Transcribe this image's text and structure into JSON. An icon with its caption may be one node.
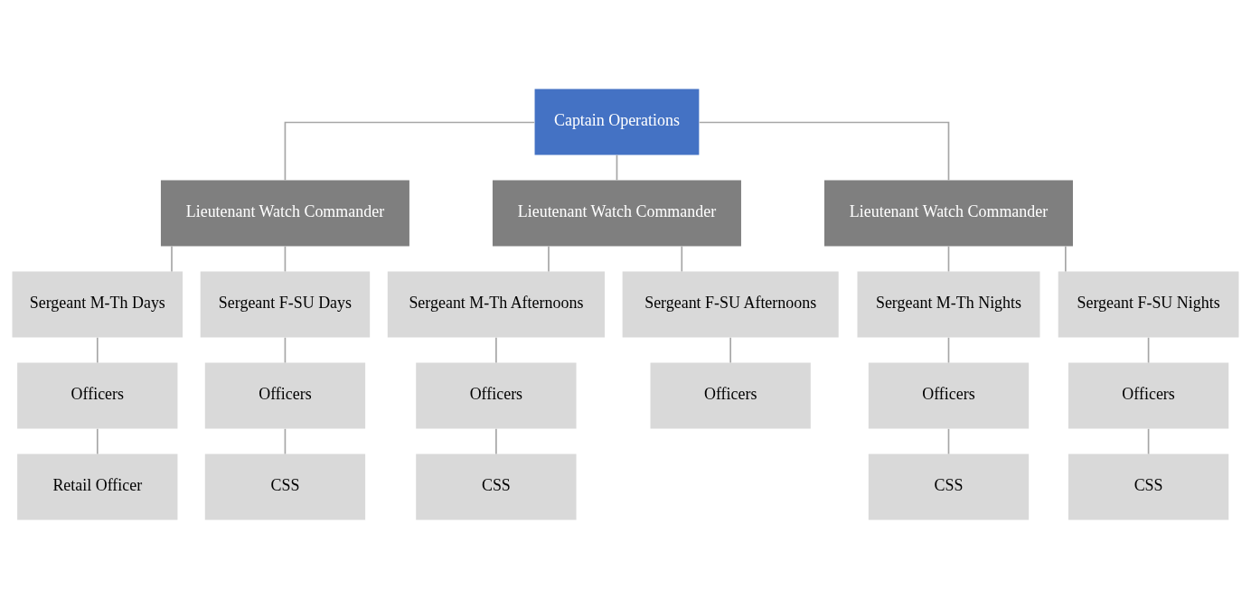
{
  "diagram": {
    "nodes": [
      {
        "text": [
          "Captain Operations"
        ]
      },
      {
        "text": [
          "Lieutenant Watch Commander"
        ]
      },
      {
        "text": [
          "Lieutenant Watch Commander"
        ]
      },
      {
        "text": [
          "Lieutenant Watch Commander"
        ]
      },
      {
        "text": [
          "Sergeant M-Th Days"
        ]
      },
      {
        "text": [
          "Sergeant F-SU Days"
        ]
      },
      {
        "text": [
          "Sergeant M-Th Afternoons"
        ]
      },
      {
        "text": [
          "Sergeant F-SU Afternoons"
        ]
      },
      {
        "text": [
          "Sergeant M-Th Nights"
        ]
      },
      {
        "text": [
          "Sergeant F-SU Nights"
        ]
      },
      {
        "text": [
          "Officers"
        ]
      },
      {
        "text": [
          "Officers"
        ]
      },
      {
        "text": [
          "Officers"
        ]
      },
      {
        "text": [
          "Officers"
        ]
      },
      {
        "text": [
          "Officers"
        ]
      },
      {
        "text": [
          "Officers"
        ]
      },
      {
        "text": [
          "Retail Officer"
        ]
      },
      {
        "text": [
          "CSS"
        ]
      },
      {
        "text": [
          "CSS"
        ]
      },
      {
        "text": [
          "CSS"
        ]
      },
      {
        "text": [
          "CSS"
        ]
      }
    ],
    "edges": [
      {
        "from": 0,
        "to": 1,
        "arrow": "none"
      },
      {
        "from": 0,
        "to": 2,
        "arrow": "none"
      },
      {
        "from": 0,
        "to": 3,
        "arrow": "none"
      },
      {
        "from": 1,
        "to": 4,
        "arrow": "none"
      },
      {
        "from": 1,
        "to": 5,
        "arrow": "none"
      },
      {
        "from": 2,
        "to": 6,
        "arrow": "none"
      },
      {
        "from": 2,
        "to": 7,
        "arrow": "none"
      },
      {
        "from": 3,
        "to": 8,
        "arrow": "none"
      },
      {
        "from": 3,
        "to": 9,
        "arrow": "none"
      },
      {
        "from": 4,
        "to": 10,
        "arrow": "none"
      },
      {
        "from": 5,
        "to": 11,
        "arrow": "none"
      },
      {
        "from": 6,
        "to": 12,
        "arrow": "none"
      },
      {
        "from": 7,
        "to": 13,
        "arrow": "none"
      },
      {
        "from": 8,
        "to": 14,
        "arrow": "none"
      },
      {
        "from": 9,
        "to": 15,
        "arrow": "none"
      },
      {
        "from": 10,
        "to": 16,
        "arrow": "none"
      },
      {
        "from": 11,
        "to": 17,
        "arrow": "none"
      },
      {
        "from": 12,
        "to": 18,
        "arrow": "none"
      },
      {
        "from": 14,
        "to": 19,
        "arrow": "none"
      },
      {
        "from": 15,
        "to": 20,
        "arrow": "none"
      }
    ]
  }
}
